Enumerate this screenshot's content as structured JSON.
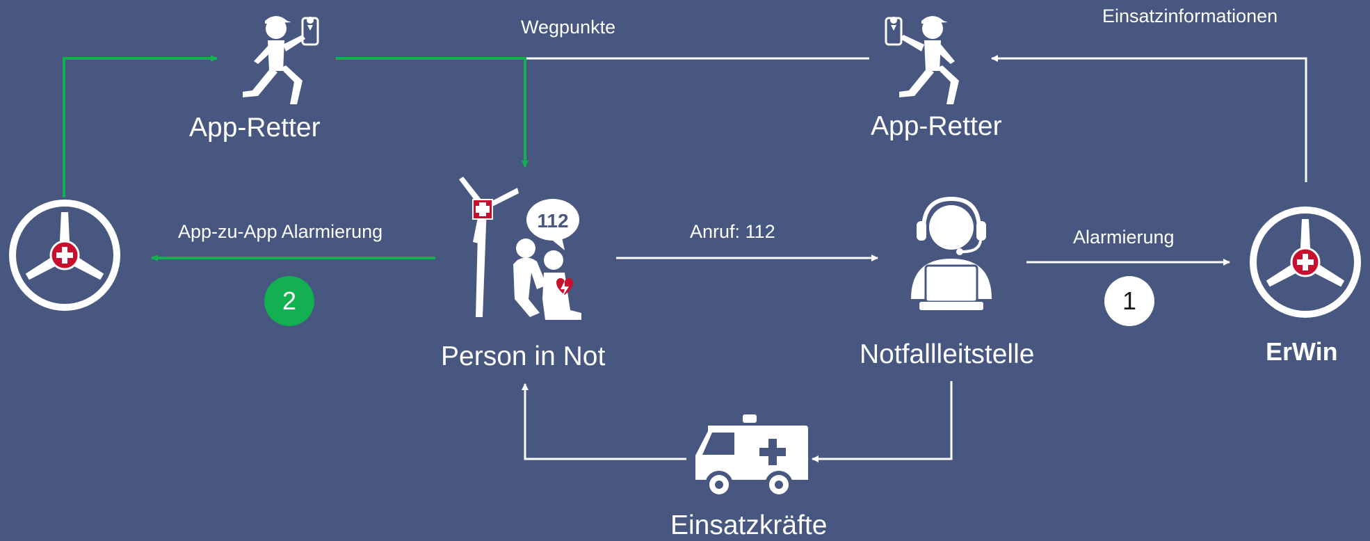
{
  "colors": {
    "background": "#475780",
    "line_white": "#ffffff",
    "line_green": "#12b050",
    "medical_red": "#c8102e"
  },
  "nodes": {
    "app_retter_left": {
      "label": "App-Retter",
      "icon": "running-person-phone-icon"
    },
    "app_retter_right": {
      "label": "App-Retter",
      "icon": "running-person-phone-icon"
    },
    "person_in_not": {
      "label": "Person in Not",
      "icon": "cpr-person-112-icon"
    },
    "notfallleitstelle": {
      "label": "Notfallleitstelle",
      "icon": "dispatcher-headset-icon"
    },
    "einsatzkraefte": {
      "label": "Einsatzkräfte",
      "icon": "ambulance-icon"
    },
    "erwin": {
      "label": "ErWin",
      "icon": "erwin-logo-icon"
    },
    "erwin_left": {
      "icon": "erwin-logo-icon"
    }
  },
  "edges": {
    "wegpunkte": "Wegpunkte",
    "einsatzinformationen": "Einsatzinformationen",
    "app_zu_app": "App-zu-App Alarmierung",
    "anruf": "Anruf: 112",
    "alarmierung": "Alarmierung"
  },
  "badges": {
    "green": "2",
    "white": "1"
  }
}
